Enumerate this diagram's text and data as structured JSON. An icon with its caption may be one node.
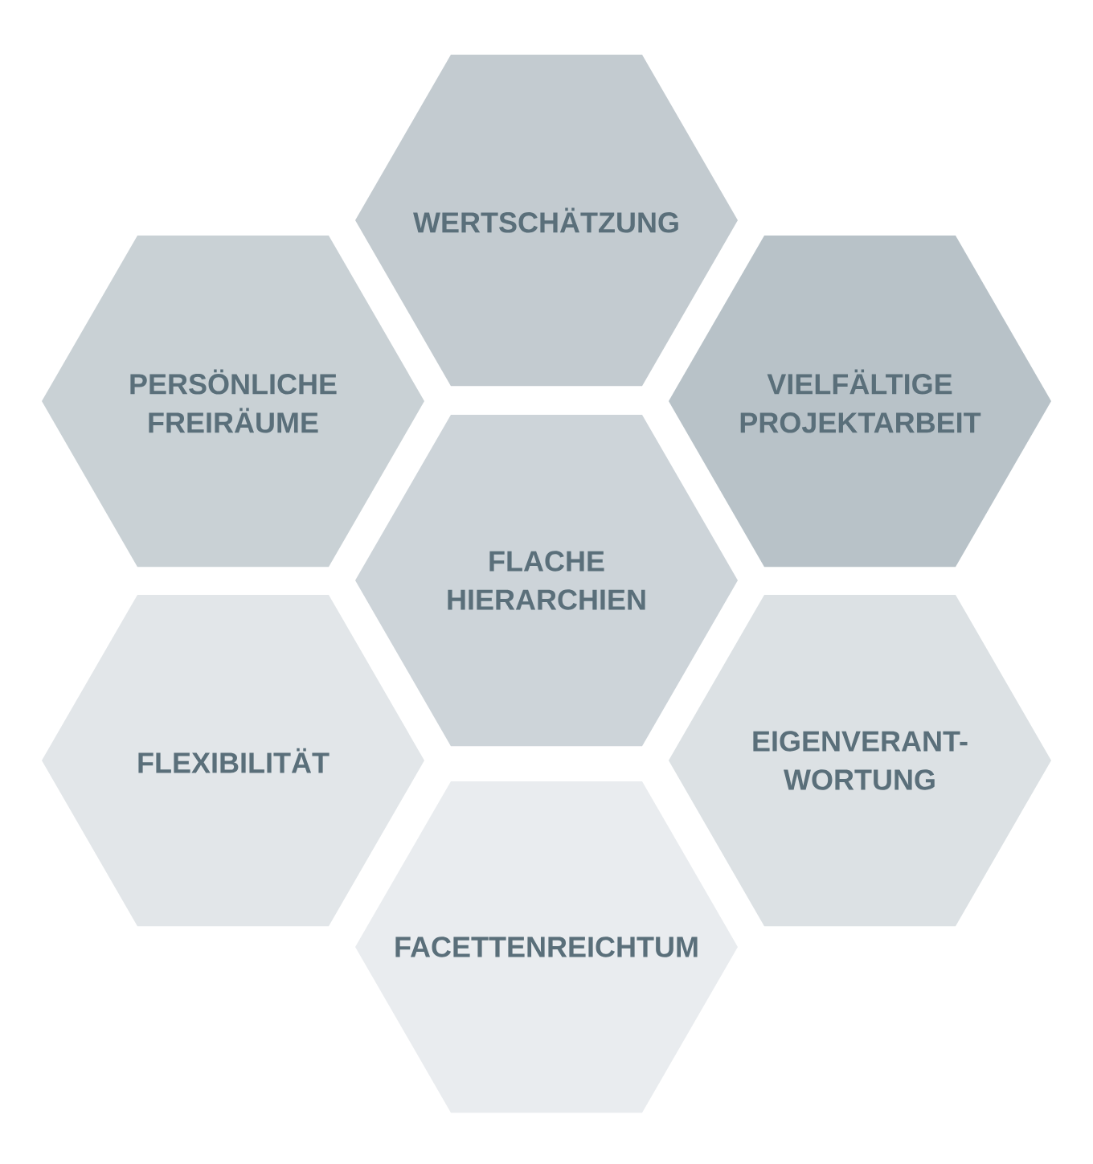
{
  "diagram": {
    "nodes": [
      {
        "text": [
          "WERTSCHÄTZUNG"
        ]
      },
      {
        "text": [
          "PERSÖNLICHE FREIRÄUME"
        ]
      },
      {
        "text": [
          "VIELFÄLTIGE PROJEKTARBEIT"
        ]
      },
      {
        "text": [
          "FLACHE HIERARCHIEN"
        ]
      },
      {
        "text": [
          "FLEXIBILITÄT"
        ]
      },
      {
        "text": [
          "EIGENVERANT- WORTUNG"
        ]
      },
      {
        "text": [
          "FACETTENREICHTUM"
        ]
      }
    ]
  }
}
